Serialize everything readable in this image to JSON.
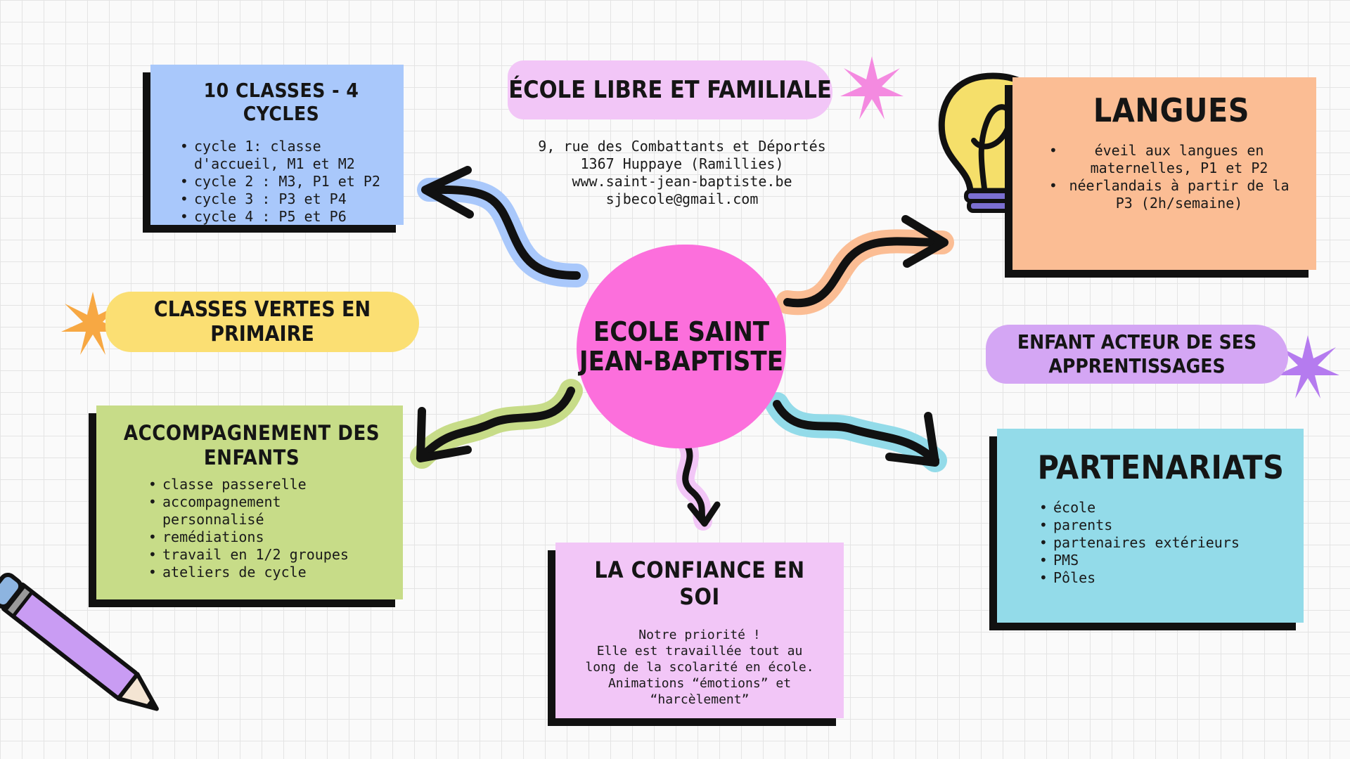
{
  "center": {
    "line1": "ECOLE SAINT",
    "line2": "JEAN-BAPTISTE"
  },
  "header": {
    "title": "ÉCOLE LIBRE ET FAMILIALE",
    "address1": "9, rue des Combattants et Déportés",
    "address2": "1367 Huppaye (Ramillies)",
    "website": "www.saint-jean-baptiste.be",
    "email": "sjbecole@gmail.com"
  },
  "classes": {
    "title": "10 CLASSES - 4 CYCLES",
    "items": [
      "cycle 1: classe d'accueil, M1 et M2",
      "cycle 2 : M3, P1 et P2",
      "cycle 3 : P3 et P4",
      "cycle 4 : P5 et P6"
    ]
  },
  "classes_vertes": {
    "label": "CLASSES VERTES EN PRIMAIRE"
  },
  "accompagnement": {
    "title": "ACCOMPAGNEMENT DES ENFANTS",
    "items": [
      "classe passerelle",
      "accompagnement personnalisé",
      "remédiations",
      "travail en 1/2 groupes",
      "ateliers de cycle"
    ]
  },
  "confiance": {
    "title": "LA CONFIANCE EN SOI",
    "line1": "Notre priorité !",
    "line2": "Elle est travaillée tout au long de la scolarité en école.",
    "line3": "Animations “émotions” et “harcèlement”"
  },
  "langues": {
    "title": "LANGUES",
    "items": [
      "éveil aux langues en maternelles, P1 et P2",
      "néerlandais à partir de la P3 (2h/semaine)"
    ]
  },
  "acteur": {
    "line1": "ENFANT ACTEUR DE SES",
    "line2": "APPRENTISSAGES"
  },
  "partenariats": {
    "title": "PARTENARIATS",
    "items": [
      "école",
      "parents",
      "partenaires extérieurs",
      "PMS",
      "Pôles"
    ]
  },
  "colors": {
    "blue": "#a9c8fb",
    "green": "#c7dc88",
    "pink_light": "#f2c6f7",
    "orange": "#fbbd94",
    "cyan": "#93dbe9",
    "yellow": "#fbdf73",
    "purple": "#d4a6f4",
    "magenta": "#fc6fdc"
  },
  "icons": [
    "star-icon",
    "lightbulb-icon",
    "pencil-icon",
    "arrow-icon"
  ]
}
